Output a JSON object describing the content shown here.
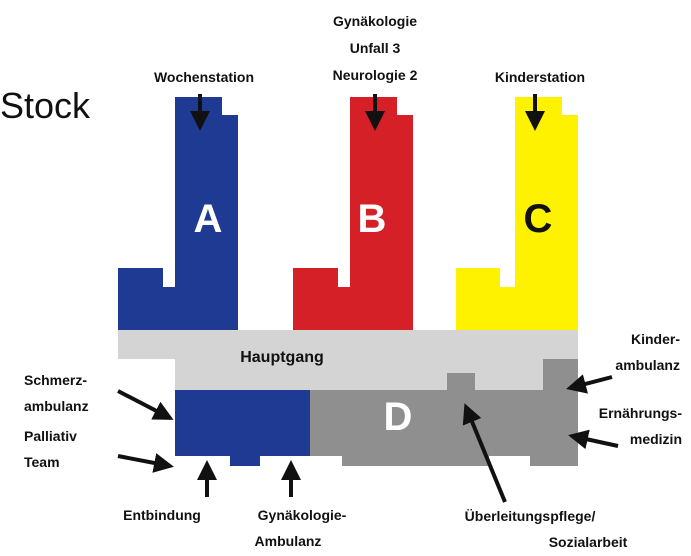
{
  "floor_label": "Stock",
  "colors": {
    "wing_a": "#1f3a93",
    "wing_b": "#d52027",
    "wing_c": "#fff200",
    "hallway": "#d4d4d4",
    "wing_d": "#8f8f8f",
    "arrow": "#111111"
  },
  "wings": {
    "a": {
      "letter": "A",
      "label": "Wochenstation"
    },
    "b": {
      "letter": "B",
      "label_lines": [
        "Gynäkologie",
        "Unfall 3",
        "Neurologie 2"
      ]
    },
    "c": {
      "letter": "C",
      "label": "Kinderstation"
    },
    "d": {
      "letter": "D"
    }
  },
  "hallway": {
    "label": "Hauptgang"
  },
  "left_labels": {
    "schmerz": [
      "Schmerz-",
      "ambulanz"
    ],
    "palliativ": [
      "Palliativ",
      "Team"
    ]
  },
  "bottom_labels": {
    "entbindung": "Entbindung",
    "gyn_ambulanz": [
      "Gynäkologie-",
      "Ambulanz"
    ],
    "ueberleitung": [
      "Überleitungspflege/",
      "Sozialarbeit"
    ]
  },
  "right_labels": {
    "kinderambulanz": [
      "Kinder-",
      "ambulanz"
    ],
    "ernaehrung": [
      "Ernährungs-",
      "medizin"
    ]
  }
}
